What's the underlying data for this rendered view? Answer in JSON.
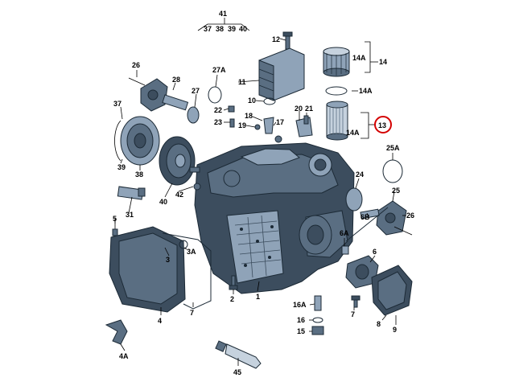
{
  "callouts": {
    "c41": "41",
    "c37": "37",
    "c38": "38",
    "c39": "39",
    "c40": "40",
    "c12": "12",
    "c14A_top": "14A",
    "c14": "14",
    "c14A_mid": "14A",
    "c13": "13",
    "c14A_low": "14A",
    "c26_left": "26",
    "c27A": "27A",
    "c11": "11",
    "c28": "28",
    "c27": "27",
    "c22": "22",
    "c23": "23",
    "c10": "10",
    "c20": "20",
    "c21": "21",
    "c18": "18",
    "c19": "19",
    "c17": "17",
    "c37_left": "37",
    "c39_left": "39",
    "c38_left": "38",
    "c40_left": "40",
    "c42": "42",
    "c25A": "25A",
    "c24": "24",
    "c25": "25",
    "c6B": "6B",
    "c26_right": "26",
    "c31": "31",
    "c5": "5",
    "c3": "3",
    "c3A": "3A",
    "c6A": "6A",
    "c6": "6",
    "c2": "2",
    "c1": "1",
    "c7": "7",
    "c4": "4",
    "c16A": "16A",
    "c16": "16",
    "c15": "15",
    "c8": "8",
    "c9": "9",
    "c4A": "4A",
    "c45": "45"
  },
  "highlight": {
    "label": "13",
    "color": "#d40000"
  },
  "colors": {
    "housing_dark": "#3c4d5e",
    "housing_mid": "#5a6e82",
    "housing_light": "#8fa3b8",
    "housing_pale": "#c6d2de",
    "highlight": "#d40000"
  }
}
